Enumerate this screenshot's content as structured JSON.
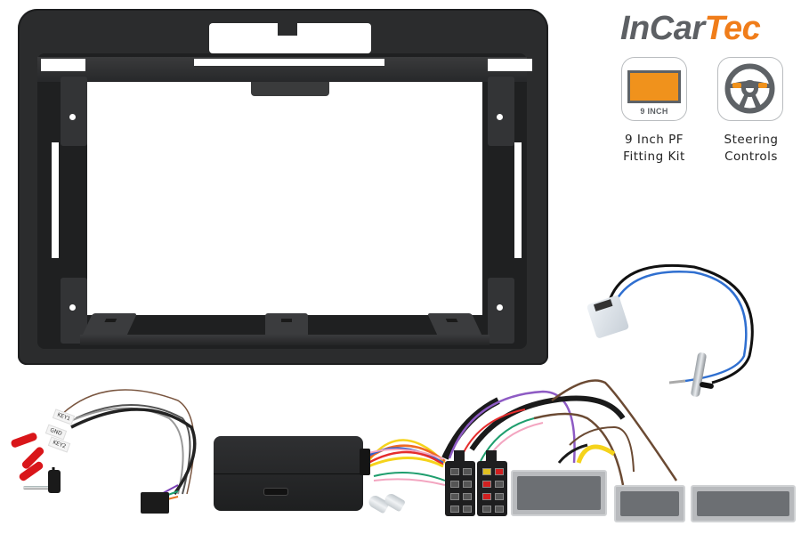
{
  "brand": {
    "logo_part1": "InCar",
    "logo_part2": "Tec",
    "color_gray": "#5d6064",
    "color_orange": "#f07d1a"
  },
  "features": [
    {
      "icon": "screen-9-inch-icon",
      "icon_label": "9 INCH",
      "caption_line1": "9 Inch PF",
      "caption_line2": "Fitting Kit",
      "accent": "#f0921c"
    },
    {
      "icon": "steering-wheel-icon",
      "caption_line1": "Steering",
      "caption_line2": "Controls",
      "accent": "#f0921c"
    }
  ],
  "product_parts": {
    "fascia": "9-inch fascia frame (black)",
    "steering_module": "steering control interface box",
    "patch_lead": {
      "tags": [
        "KEY1",
        "GND",
        "KEY2"
      ]
    },
    "iso_harness": "ISO connectors",
    "vehicle_connectors": 3,
    "antenna_adapter": "antenna adapter lead"
  }
}
